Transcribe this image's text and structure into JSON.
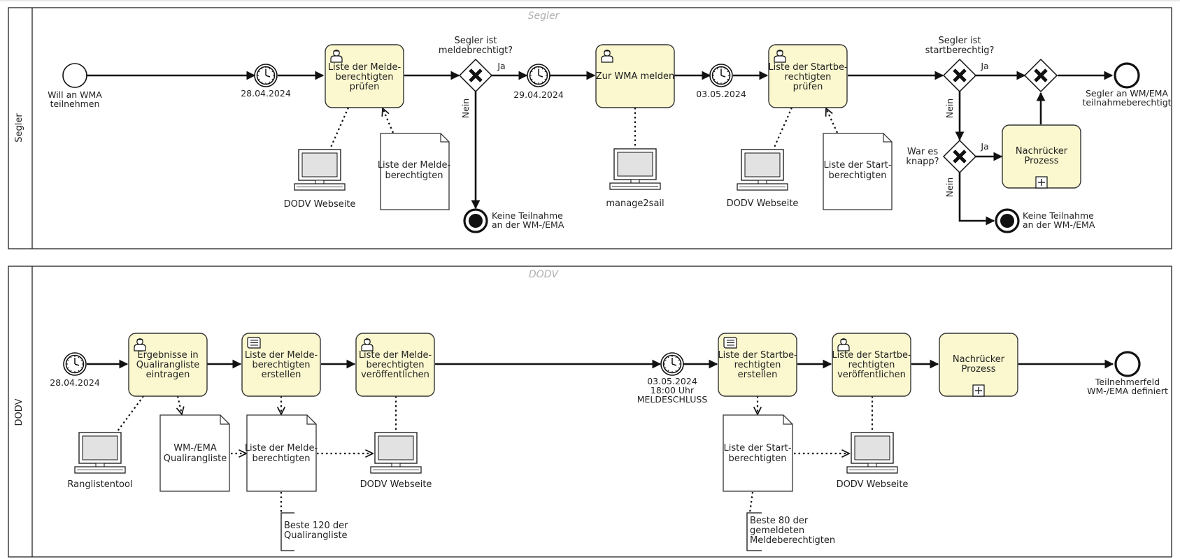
{
  "lanes": {
    "segler": {
      "title": "Segler",
      "side": "Segler"
    },
    "dodv": {
      "title": "DODV",
      "side": "DODV"
    }
  },
  "segler": {
    "start_event": [
      "Will an WMA",
      "teilnehmen"
    ],
    "timer1": "28.04.2024",
    "task1": [
      "Liste der Melde-",
      "berechtigten",
      "prüfen"
    ],
    "gateway1": [
      "Segler ist",
      "meldebrechtigt?"
    ],
    "ja1": "Ja",
    "nein1": "Nein",
    "timer2": "29.04.2024",
    "task2": "Zur WMA melden",
    "timer3": "03.05.2024",
    "task3": [
      "Liste der Startbe-",
      "rechtigten",
      "prüfen"
    ],
    "gateway2": [
      "Segler ist",
      "startberechtig?"
    ],
    "ja2": "Ja",
    "nein2": "Nein",
    "gateway3": [
      "War es",
      "knapp?"
    ],
    "ja3": "Ja",
    "nein3": "Nein",
    "subprocess": [
      "Nachrücker",
      "Prozess"
    ],
    "end_ok": [
      "Segler an WM/EMA",
      "teilnahmeberechtigt"
    ],
    "end1": [
      "Keine Teilnahme",
      "an der WM-/EMA"
    ],
    "end2": [
      "Keine Teilnahme",
      "an der WM-/EMA"
    ],
    "sys1": "DODV Webseite",
    "doc1": [
      "Liste der Melde-",
      "berechtigten"
    ],
    "sys2": "manage2sail",
    "sys3": "DODV Webseite",
    "doc2": [
      "Liste der Start-",
      "berechtigten"
    ]
  },
  "dodv": {
    "timer_start": "28.04.2024",
    "task1": [
      "Ergebnisse in",
      "Qualirangliste",
      "eintragen"
    ],
    "task2": [
      "Liste der Melde-",
      "berechtigten",
      "erstellen"
    ],
    "task3": [
      "Liste der Melde-",
      "berechtigten",
      "veröffentlichen"
    ],
    "timer_mid": [
      "03.05.2024",
      "18:00 Uhr",
      "MELDESCHLUSS"
    ],
    "task4": [
      "Liste der Startbe-",
      "rechtigten",
      "erstellen"
    ],
    "task5": [
      "Liste der Startbe-",
      "rechtigten",
      "veröffentlichen"
    ],
    "subprocess": [
      "Nachrücker",
      "Prozess"
    ],
    "end": [
      "Teilnehmerfeld",
      "WM-/EMA definiert"
    ],
    "sys_rangliste": "Ranglistentool",
    "doc_quali": [
      "WM-/EMA",
      "Qualirangliste"
    ],
    "doc_melde": [
      "Liste der Melde-",
      "berechtigten"
    ],
    "sys_web1": "DODV Webseite",
    "annot1": [
      "Beste 120 der",
      "Qualirangliste"
    ],
    "doc_start": [
      "Liste der Start-",
      "berechtigten"
    ],
    "sys_web2": "DODV Webseite",
    "annot2": [
      "Beste 80 der",
      "gemeldeten",
      "Meldeberechtigten"
    ]
  }
}
